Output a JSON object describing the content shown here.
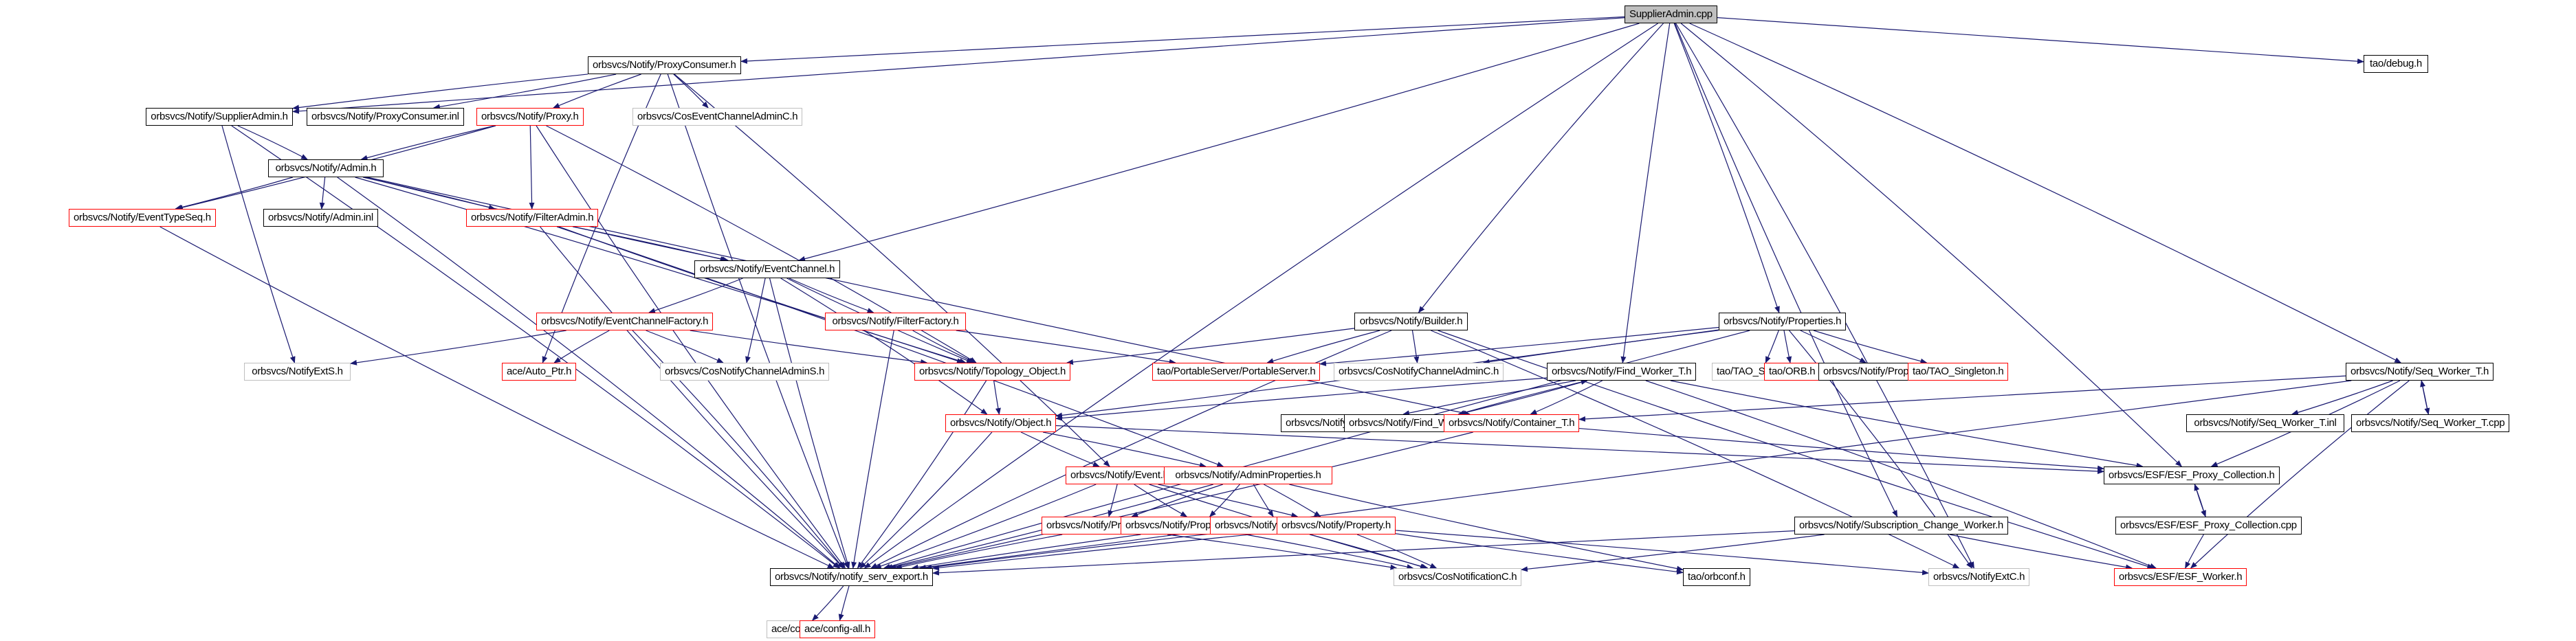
{
  "graph": {
    "title": "SupplierAdmin.cpp",
    "edge_color": "#191970",
    "legend_colors": {
      "documented": "#000000",
      "undocumented": "#ff0000",
      "external": "#bfbfbf",
      "root_fill": "#bfbfbf"
    },
    "nodes": [
      {
        "id": "root",
        "label": "SupplierAdmin.cpp",
        "style": "root"
      },
      {
        "id": "proxyconsumer_h",
        "label": "orbsvcs/Notify/ProxyConsumer.h",
        "style": "black"
      },
      {
        "id": "debug_h",
        "label": "tao/debug.h",
        "style": "black"
      },
      {
        "id": "supplieradmin_h",
        "label": "orbsvcs/Notify/SupplierAdmin.h",
        "style": "black"
      },
      {
        "id": "proxyconsumer_inl",
        "label": "orbsvcs/Notify/ProxyConsumer.inl",
        "style": "black"
      },
      {
        "id": "proxy_h",
        "label": "orbsvcs/Notify/Proxy.h",
        "style": "red"
      },
      {
        "id": "coseventchanneladminc_h",
        "label": "orbsvcs/CosEventChannelAdminC.h",
        "style": "gray"
      },
      {
        "id": "admin_h",
        "label": "orbsvcs/Notify/Admin.h",
        "style": "black"
      },
      {
        "id": "eventtypeseq_h",
        "label": "orbsvcs/Notify/EventTypeSeq.h",
        "style": "red"
      },
      {
        "id": "admin_inl",
        "label": "orbsvcs/Notify/Admin.inl",
        "style": "black"
      },
      {
        "id": "filteradmin_h",
        "label": "orbsvcs/Notify/FilterAdmin.h",
        "style": "red"
      },
      {
        "id": "eventchannel_h",
        "label": "orbsvcs/Notify/EventChannel.h",
        "style": "black"
      },
      {
        "id": "eventchannelfactory_h",
        "label": "orbsvcs/Notify/EventChannelFactory.h",
        "style": "red"
      },
      {
        "id": "filterfactory_h",
        "label": "orbsvcs/Notify/FilterFactory.h",
        "style": "red"
      },
      {
        "id": "builder_h",
        "label": "orbsvcs/Notify/Builder.h",
        "style": "black"
      },
      {
        "id": "properties_h",
        "label": "orbsvcs/Notify/Properties.h",
        "style": "black"
      },
      {
        "id": "seqworker_h",
        "label": "orbsvcs/Notify/Seq_Worker_T.h",
        "style": "black"
      },
      {
        "id": "notifyexts_h",
        "label": "orbsvcs/NotifyExtS.h",
        "style": "gray"
      },
      {
        "id": "autoptr_h",
        "label": "ace/Auto_Ptr.h",
        "style": "red"
      },
      {
        "id": "cosnotifychanneladmins_h",
        "label": "orbsvcs/CosNotifyChannelAdminS.h",
        "style": "gray"
      },
      {
        "id": "topology_h",
        "label": "orbsvcs/Notify/Topology_Object.h",
        "style": "red"
      },
      {
        "id": "portableserver_h",
        "label": "tao/PortableServer/PortableServer.h",
        "style": "red"
      },
      {
        "id": "cosnotifychanneladminc_h",
        "label": "orbsvcs/CosNotifyChannelAdminC.h",
        "style": "gray"
      },
      {
        "id": "findworker_h",
        "label": "orbsvcs/Notify/Find_Worker_T.h",
        "style": "black"
      },
      {
        "id": "taosingleton_gray",
        "label": "tao/TAO_Singleton.h",
        "style": "gray"
      },
      {
        "id": "orb_h",
        "label": "tao/ORB.h",
        "style": "red"
      },
      {
        "id": "properties_inl",
        "label": "orbsvcs/Notify/Properties.inl",
        "style": "black"
      },
      {
        "id": "taosingleton_red",
        "label": "tao/TAO_Singleton.h",
        "style": "red"
      },
      {
        "id": "object_h",
        "label": "orbsvcs/Notify/Object.h",
        "style": "red"
      },
      {
        "id": "findworker_inl",
        "label": "orbsvcs/Notify/Find_Worker_T.inl",
        "style": "black"
      },
      {
        "id": "findworker_cpp",
        "label": "orbsvcs/Notify/Find_Worker_T.cpp",
        "style": "black"
      },
      {
        "id": "container_h",
        "label": "orbsvcs/Notify/Container_T.h",
        "style": "red"
      },
      {
        "id": "seqworker_inl",
        "label": "orbsvcs/Notify/Seq_Worker_T.inl",
        "style": "black"
      },
      {
        "id": "seqworker_cpp",
        "label": "orbsvcs/Notify/Seq_Worker_T.cpp",
        "style": "black"
      },
      {
        "id": "esfproxycoll_h",
        "label": "orbsvcs/ESF/ESF_Proxy_Collection.h",
        "style": "black"
      },
      {
        "id": "event_h",
        "label": "orbsvcs/Notify/Event.h",
        "style": "red"
      },
      {
        "id": "adminproperties_h",
        "label": "orbsvcs/Notify/AdminProperties.h",
        "style": "red"
      },
      {
        "id": "property_t_h",
        "label": "orbsvcs/Notify/Property_T.h",
        "style": "red"
      },
      {
        "id": "property_boolean_h",
        "label": "orbsvcs/Notify/Property_Boolean.h",
        "style": "red"
      },
      {
        "id": "propertyseq_h",
        "label": "orbsvcs/Notify/PropertySeq.h",
        "style": "red"
      },
      {
        "id": "property_h",
        "label": "orbsvcs/Notify/Property.h",
        "style": "red"
      },
      {
        "id": "subscription_h",
        "label": "orbsvcs/Notify/Subscription_Change_Worker.h",
        "style": "black"
      },
      {
        "id": "esfproxycoll_cpp",
        "label": "orbsvcs/ESF/ESF_Proxy_Collection.cpp",
        "style": "black"
      },
      {
        "id": "notify_serv_export_h",
        "label": "orbsvcs/Notify/notify_serv_export.h",
        "style": "black"
      },
      {
        "id": "cosnotificationc_h",
        "label": "orbsvcs/CosNotificationC.h",
        "style": "gray"
      },
      {
        "id": "orbconf_h",
        "label": "tao/orbconf.h",
        "style": "black"
      },
      {
        "id": "notifyextc_h",
        "label": "orbsvcs/NotifyExtC.h",
        "style": "gray"
      },
      {
        "id": "esfworker_h",
        "label": "orbsvcs/ESF/ESF_Worker.h",
        "style": "red"
      },
      {
        "id": "configall_gray",
        "label": "ace/config-all.h",
        "style": "gray"
      },
      {
        "id": "configall_red",
        "label": "ace/config-all.h",
        "style": "red"
      }
    ],
    "edges": [
      [
        "root",
        "proxyconsumer_h"
      ],
      [
        "root",
        "debug_h"
      ],
      [
        "root",
        "supplieradmin_h"
      ],
      [
        "root",
        "eventchannel_h"
      ],
      [
        "root",
        "builder_h"
      ],
      [
        "root",
        "properties_h"
      ],
      [
        "root",
        "findworker_h"
      ],
      [
        "root",
        "seqworker_h"
      ],
      [
        "root",
        "subscription_h"
      ],
      [
        "root",
        "esfproxycoll_h"
      ],
      [
        "root",
        "notify_serv_export_h"
      ],
      [
        "root",
        "notifyextc_h"
      ],
      [
        "proxyconsumer_h",
        "supplieradmin_h"
      ],
      [
        "proxyconsumer_h",
        "proxyconsumer_inl"
      ],
      [
        "proxyconsumer_h",
        "proxy_h"
      ],
      [
        "proxyconsumer_h",
        "coseventchanneladminc_h"
      ],
      [
        "proxyconsumer_h",
        "autoptr_h"
      ],
      [
        "proxyconsumer_h",
        "event_h"
      ],
      [
        "proxyconsumer_h",
        "notify_serv_export_h"
      ],
      [
        "supplieradmin_h",
        "admin_h"
      ],
      [
        "supplieradmin_h",
        "notifyexts_h"
      ],
      [
        "supplieradmin_h",
        "notify_serv_export_h"
      ],
      [
        "proxy_h",
        "admin_h"
      ],
      [
        "proxy_h",
        "eventtypeseq_h"
      ],
      [
        "proxy_h",
        "filteradmin_h"
      ],
      [
        "proxy_h",
        "topology_h"
      ],
      [
        "proxy_h",
        "notify_serv_export_h"
      ],
      [
        "admin_h",
        "eventtypeseq_h"
      ],
      [
        "admin_h",
        "admin_inl"
      ],
      [
        "admin_h",
        "filteradmin_h"
      ],
      [
        "admin_h",
        "eventchannel_h"
      ],
      [
        "admin_h",
        "topology_h"
      ],
      [
        "admin_h",
        "container_h"
      ],
      [
        "admin_h",
        "notify_serv_export_h"
      ],
      [
        "eventtypeseq_h",
        "notify_serv_export_h"
      ],
      [
        "filteradmin_h",
        "eventchannel_h"
      ],
      [
        "filteradmin_h",
        "topology_h"
      ],
      [
        "filteradmin_h",
        "adminproperties_h"
      ],
      [
        "filteradmin_h",
        "notify_serv_export_h"
      ],
      [
        "eventchannel_h",
        "eventchannelfactory_h"
      ],
      [
        "eventchannel_h",
        "filterfactory_h"
      ],
      [
        "eventchannel_h",
        "cosnotifychanneladmins_h"
      ],
      [
        "eventchannel_h",
        "topology_h"
      ],
      [
        "eventchannel_h",
        "object_h"
      ],
      [
        "eventchannel_h",
        "notify_serv_export_h"
      ],
      [
        "eventchannelfactory_h",
        "notifyexts_h"
      ],
      [
        "eventchannelfactory_h",
        "autoptr_h"
      ],
      [
        "eventchannelfactory_h",
        "cosnotifychanneladmins_h"
      ],
      [
        "eventchannelfactory_h",
        "topology_h"
      ],
      [
        "eventchannelfactory_h",
        "notify_serv_export_h"
      ],
      [
        "filterfactory_h",
        "topology_h"
      ],
      [
        "filterfactory_h",
        "portableserver_h"
      ],
      [
        "filterfactory_h",
        "notify_serv_export_h"
      ],
      [
        "builder_h",
        "topology_h"
      ],
      [
        "builder_h",
        "portableserver_h"
      ],
      [
        "builder_h",
        "cosnotifychanneladminc_h"
      ],
      [
        "builder_h",
        "notify_serv_export_h"
      ],
      [
        "builder_h",
        "notifyextc_h"
      ],
      [
        "builder_h",
        "esfworker_h"
      ],
      [
        "properties_h",
        "portableserver_h"
      ],
      [
        "properties_h",
        "cosnotifychanneladminc_h"
      ],
      [
        "properties_h",
        "taosingleton_gray"
      ],
      [
        "properties_h",
        "orb_h"
      ],
      [
        "properties_h",
        "properties_inl"
      ],
      [
        "properties_h",
        "taosingleton_red"
      ],
      [
        "properties_h",
        "object_h"
      ],
      [
        "properties_h",
        "notify_serv_export_h"
      ],
      [
        "properties_h",
        "notifyextc_h"
      ],
      [
        "topology_h",
        "object_h"
      ],
      [
        "topology_h",
        "notify_serv_export_h"
      ],
      [
        "findworker_h",
        "findworker_inl"
      ],
      [
        "findworker_h",
        "findworker_cpp"
      ],
      [
        "findworker_cpp",
        "findworker_h"
      ],
      [
        "findworker_h",
        "container_h"
      ],
      [
        "findworker_h",
        "esfproxycoll_h"
      ],
      [
        "findworker_h",
        "esfworker_h"
      ],
      [
        "findworker_h",
        "object_h"
      ],
      [
        "seqworker_h",
        "seqworker_inl"
      ],
      [
        "seqworker_h",
        "seqworker_cpp"
      ],
      [
        "seqworker_cpp",
        "seqworker_h"
      ],
      [
        "seqworker_h",
        "container_h"
      ],
      [
        "seqworker_h",
        "esfproxycoll_h"
      ],
      [
        "seqworker_h",
        "esfworker_h"
      ],
      [
        "seqworker_h",
        "notify_serv_export_h"
      ],
      [
        "object_h",
        "event_h"
      ],
      [
        "object_h",
        "adminproperties_h"
      ],
      [
        "object_h",
        "esfproxycoll_h"
      ],
      [
        "object_h",
        "notify_serv_export_h"
      ],
      [
        "container_h",
        "esfproxycoll_h"
      ],
      [
        "container_h",
        "notify_serv_export_h"
      ],
      [
        "esfproxycoll_h",
        "esfproxycoll_cpp"
      ],
      [
        "esfproxycoll_cpp",
        "esfproxycoll_h"
      ],
      [
        "esfproxycoll_cpp",
        "esfworker_h"
      ],
      [
        "event_h",
        "property_t_h"
      ],
      [
        "event_h",
        "property_boolean_h"
      ],
      [
        "event_h",
        "property_h"
      ],
      [
        "event_h",
        "cosnotificationc_h"
      ],
      [
        "event_h",
        "notify_serv_export_h"
      ],
      [
        "adminproperties_h",
        "property_t_h"
      ],
      [
        "adminproperties_h",
        "property_boolean_h"
      ],
      [
        "adminproperties_h",
        "propertyseq_h"
      ],
      [
        "adminproperties_h",
        "property_h"
      ],
      [
        "adminproperties_h",
        "orbconf_h"
      ],
      [
        "adminproperties_h",
        "notify_serv_export_h"
      ],
      [
        "property_t_h",
        "notify_serv_export_h"
      ],
      [
        "property_t_h",
        "cosnotificationc_h"
      ],
      [
        "property_boolean_h",
        "notify_serv_export_h"
      ],
      [
        "property_boolean_h",
        "cosnotificationc_h"
      ],
      [
        "propertyseq_h",
        "notify_serv_export_h"
      ],
      [
        "propertyseq_h",
        "cosnotificationc_h"
      ],
      [
        "property_h",
        "notify_serv_export_h"
      ],
      [
        "property_h",
        "cosnotificationc_h"
      ],
      [
        "property_h",
        "orbconf_h"
      ],
      [
        "property_h",
        "notifyextc_h"
      ],
      [
        "subscription_h",
        "notify_serv_export_h"
      ],
      [
        "subscription_h",
        "cosnotificationc_h"
      ],
      [
        "subscription_h",
        "esfworker_h"
      ],
      [
        "notify_serv_export_h",
        "configall_gray"
      ],
      [
        "notify_serv_export_h",
        "configall_red"
      ]
    ]
  }
}
